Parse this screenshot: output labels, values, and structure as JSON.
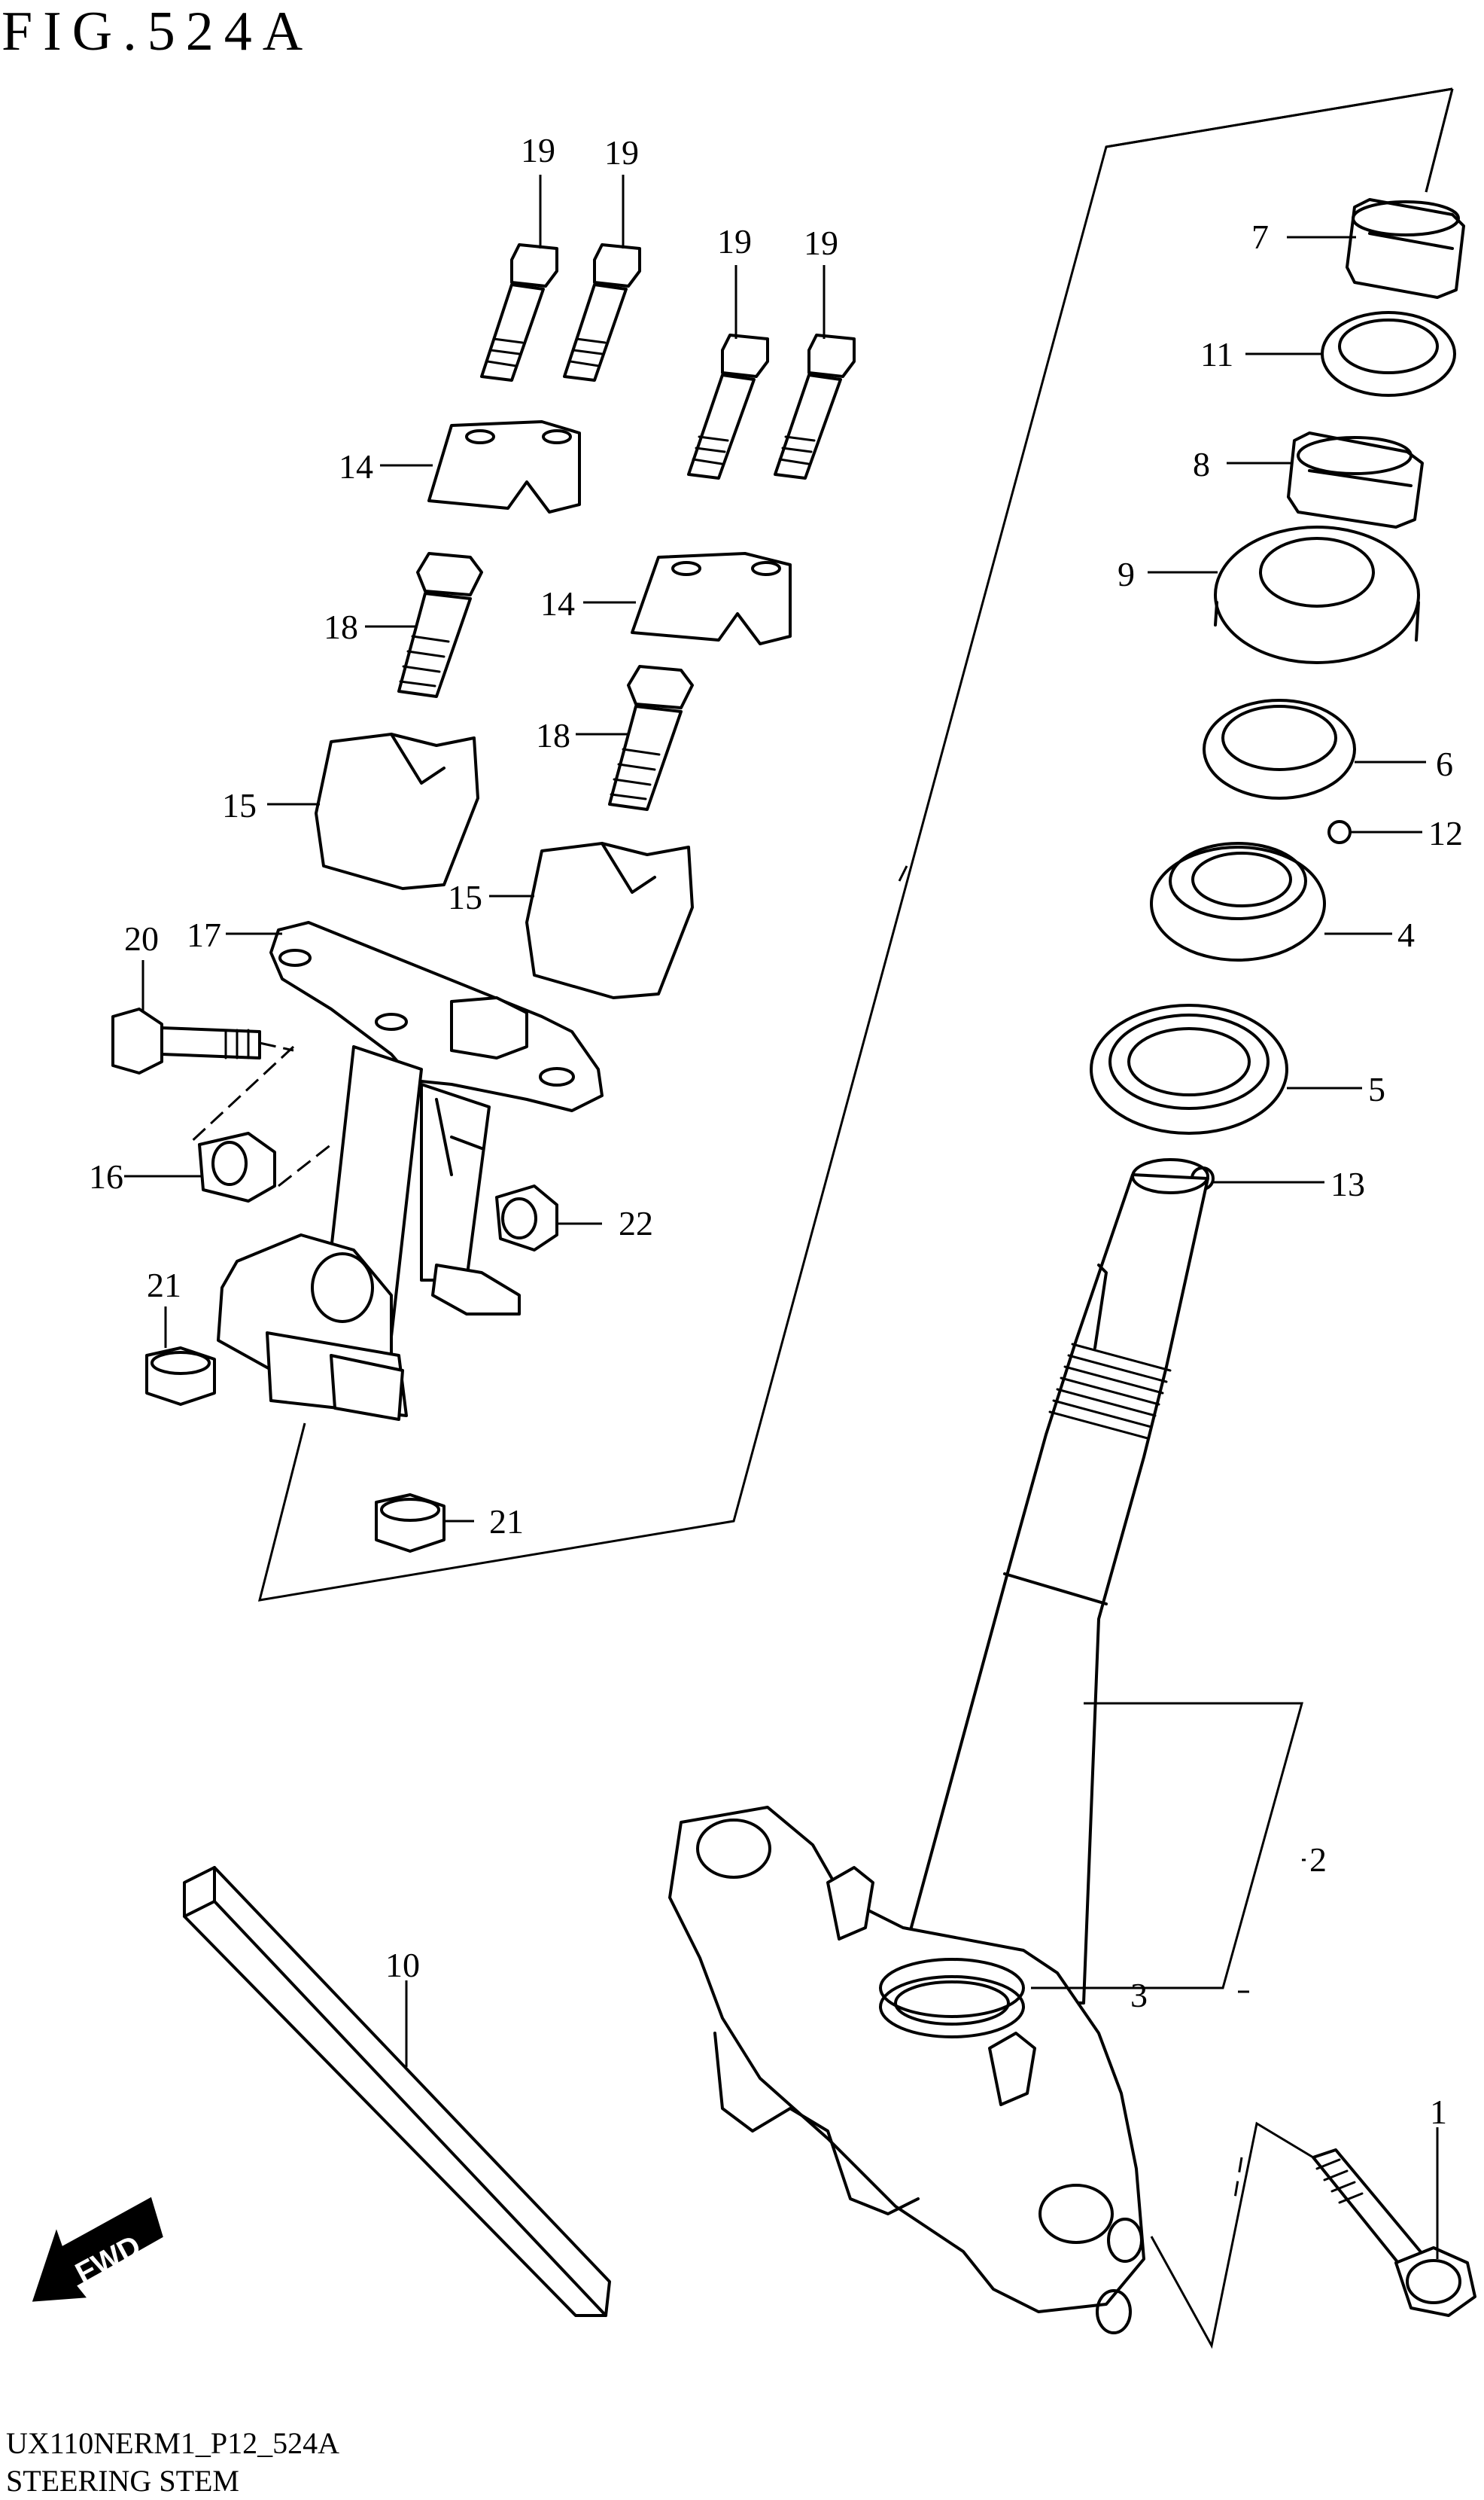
{
  "figure": {
    "title": "FIG.524A",
    "code": "UX110NERM1_P12_524A",
    "caption": "STEERING STEM"
  },
  "fwd_label": "FWD",
  "callouts": [
    "1",
    "2",
    "3",
    "4",
    "5",
    "6",
    "7",
    "8",
    "9",
    "10",
    "11",
    "12",
    "13",
    "14",
    "14",
    "15",
    "15",
    "16",
    "17",
    "18",
    "18",
    "19",
    "19",
    "19",
    "19",
    "20",
    "21",
    "21",
    "22"
  ]
}
